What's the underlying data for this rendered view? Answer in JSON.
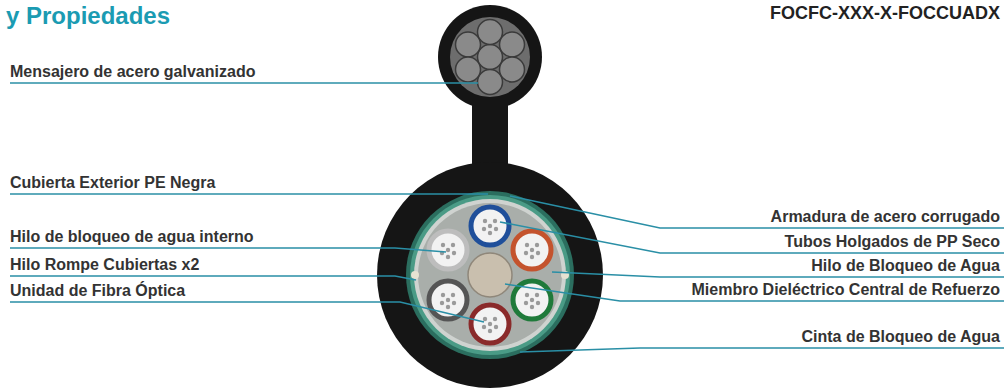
{
  "diagram": {
    "title": "y Propiedades",
    "labels": [
      "FOCFC-XXX-X-FOCCUADX",
      "Mensajero de acero galvanizado",
      "Cubierta Exterior PE Negra",
      "Hilo de bloqueo de agua interno",
      "Hilo Rompe Cubiertas x2",
      "Unidad de Fibra Óptica",
      "Armadura de acero corrugado",
      "Tubos Holgados de PP Seco",
      "Hilo de Bloqueo de Agua",
      "Miembro Dieléctrico Central de Refuerzo",
      "Cinta de Bloqueo de Agua"
    ]
  }
}
